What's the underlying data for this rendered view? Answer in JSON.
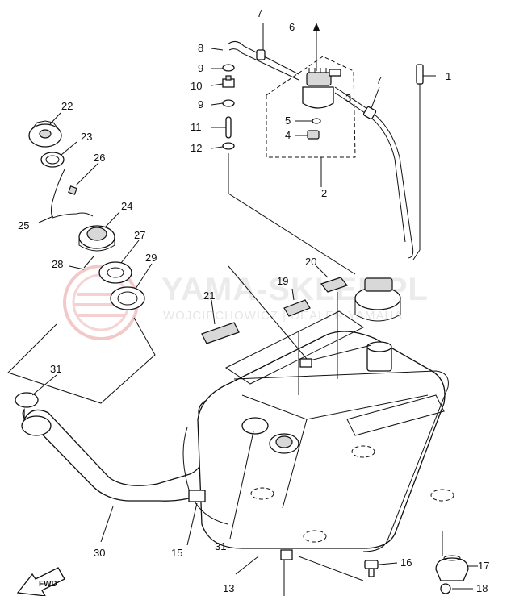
{
  "watermark": {
    "brand": "YAMA-SKLEP.PL",
    "tagline": "WOJCIECHOWICZ | DEALER YAMAHA"
  },
  "direction_marker": "FWD",
  "callouts": [
    "1",
    "2",
    "3",
    "4",
    "5",
    "6",
    "7",
    "7",
    "8",
    "9",
    "9",
    "10",
    "11",
    "12",
    "13",
    "15",
    "16",
    "17",
    "18",
    "19",
    "20",
    "21",
    "22",
    "23",
    "24",
    "25",
    "26",
    "27",
    "28",
    "29",
    "30",
    "31",
    "31"
  ],
  "colors": {
    "line": "#111111",
    "shade": "#d8d8d8",
    "watermark_red": "#f2c9c9"
  }
}
